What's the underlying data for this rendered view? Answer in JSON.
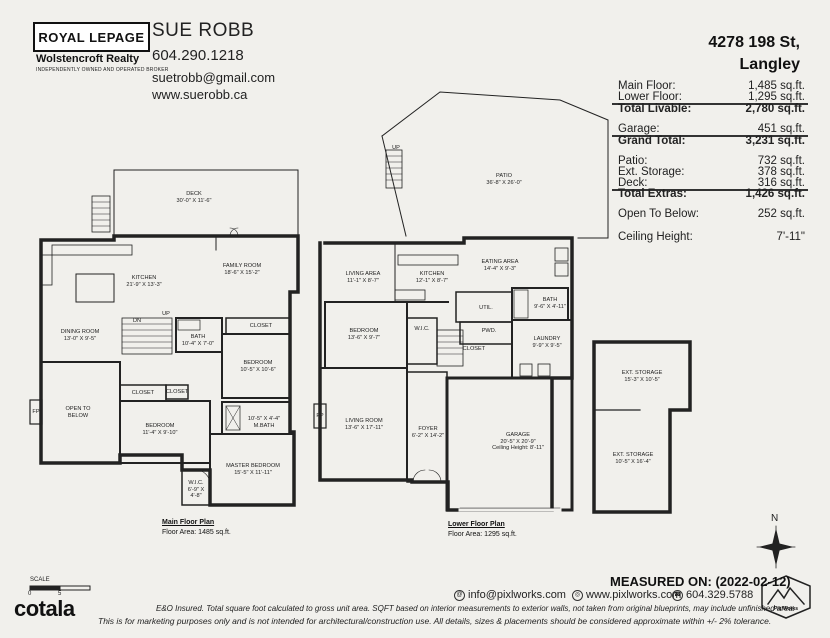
{
  "header": {
    "brokerage_logo": "ROYAL LEPAGE",
    "brokerage_name": "Wolstencroft Realty",
    "brokerage_tagline": "INDEPENDENTLY OWNED AND OPERATED BROKER",
    "agent_name": "SUE ROBB",
    "agent_phone": "604.290.1218",
    "agent_email": "suetrobb@gmail.com",
    "agent_website": "www.suerobb.ca"
  },
  "property": {
    "street": "4278 198 St,",
    "city": "Langley"
  },
  "areas": {
    "main_floor": {
      "label": "Main Floor:",
      "value": "1,485 sq.ft."
    },
    "lower_floor": {
      "label": "Lower Floor:",
      "value": "1,295 sq.ft."
    },
    "total_livable": {
      "label": "Total Livable:",
      "value": "2,780 sq.ft."
    },
    "garage": {
      "label": "Garage:",
      "value": "451 sq.ft."
    },
    "grand_total": {
      "label": "Grand Total:",
      "value": "3,231 sq.ft."
    },
    "patio": {
      "label": "Patio:",
      "value": "732 sq.ft."
    },
    "ext_storage": {
      "label": "Ext. Storage:",
      "value": "378 sq.ft."
    },
    "deck": {
      "label": "Deck:",
      "value": "316 sq.ft."
    },
    "total_extras": {
      "label": "Total Extras:",
      "value": "1,426 sq.ft."
    },
    "open_to_below": {
      "label": "Open To Below:",
      "value": "252 sq.ft."
    },
    "ceiling_height": {
      "label": "Ceiling Height:",
      "value": "7'-11\""
    }
  },
  "main_floor": {
    "title": "Main Floor Plan",
    "area": "Floor Area: 1485 sq.ft.",
    "rooms": {
      "deck": {
        "name": "DECK",
        "dim": "30'-0\" x 11'-6\""
      },
      "kitchen": {
        "name": "KITCHEN",
        "dim": "21'-9\" x 13'-3\""
      },
      "family_room": {
        "name": "FAMILY ROOM",
        "dim": "18'-6\" x 15'-2\""
      },
      "dining_room": {
        "name": "DINING ROOM",
        "dim": "13'-0\" x 9'-5\""
      },
      "bath": {
        "name": "BATH",
        "dim": "10'-4\" x 7'-0\""
      },
      "closet1": {
        "name": "CLOSET"
      },
      "bedroom1": {
        "name": "BEDROOM",
        "dim": "10'-5\" x 10'-6\""
      },
      "open_to_below": {
        "name": "OPEN TO BELOW"
      },
      "closet2": {
        "name": "CLOSET"
      },
      "closet3": {
        "name": "CLOSET"
      },
      "bedroom2": {
        "name": "BEDROOM",
        "dim": "11'-4\" x 9'-10\""
      },
      "m_bath": {
        "name": "M.BATH",
        "dim": "10'-5\" x 4'-4\""
      },
      "master_bedroom": {
        "name": "MASTER BEDROOM",
        "dim": "15'-5\" x 11'-11\""
      },
      "wic": {
        "name": "W.I.C.",
        "dim": "6'-9\" x 4'-8\""
      },
      "fp": {
        "name": "FP"
      },
      "up": "UP",
      "dn": "DN"
    }
  },
  "lower_floor": {
    "title": "Lower Floor Plan",
    "area": "Floor Area: 1295 sq.ft.",
    "rooms": {
      "patio": {
        "name": "PATIO",
        "dim": "36'-8\" x 26'-0\""
      },
      "living_area": {
        "name": "LIVING AREA",
        "dim": "11'-1\" x 8'-7\""
      },
      "kitchen": {
        "name": "KITCHEN",
        "dim": "12'-1\" x 8'-7\""
      },
      "eating_area": {
        "name": "EATING AREA",
        "dim": "14'-4\" x 9'-3\""
      },
      "util": {
        "name": "UTIL."
      },
      "bath": {
        "name": "BATH",
        "dim": "9'-6\" x 4'-11\""
      },
      "bedroom": {
        "name": "BEDROOM",
        "dim": "13'-6\" x 9'-7\""
      },
      "wic": {
        "name": "W.I.C."
      },
      "pwd": {
        "name": "PWD."
      },
      "closet": {
        "name": "CLOSET"
      },
      "laundry": {
        "name": "LAUNDRY",
        "dim": "9'-9\" x 9'-5\""
      },
      "living_room": {
        "name": "LIVING ROOM",
        "dim": "13'-6\" x 17'-11\""
      },
      "foyer": {
        "name": "FOYER",
        "dim": "6'-2\" x 14'-2\""
      },
      "garage": {
        "name": "GARAGE",
        "dim": "20'-5\" x 20'-9\"",
        "note": "Ceiling Height: 8'-11\""
      },
      "fp": {
        "name": "FP"
      },
      "up": "UP"
    }
  },
  "storage": {
    "ext1": {
      "name": "EXT. STORAGE",
      "dim": "15'-3\" x 10'-5\""
    },
    "ext2": {
      "name": "EXT. STORAGE",
      "dim": "10'-5\" x 16'-4\""
    }
  },
  "compass": {
    "label": "N"
  },
  "measured": {
    "label": "MEASURED ON:",
    "date": "(2022-02-12)"
  },
  "contacts": {
    "email": "info@pixlworks.com",
    "web": "www.pixlworks.com",
    "phone": "604.329.5788"
  },
  "scale": {
    "label": "SCALE",
    "zero": "0",
    "five": "5"
  },
  "brand": {
    "cotala": "cotala",
    "pixlworks": "PixlWorks"
  },
  "disclaimer": {
    "line1": "E&O Insured.  Total square foot calculated to gross unit area. SQFT based on interior measurements to exterior walls, not taken from original blueprints, may include unfinished area.",
    "line2": "This is for marketing purposes only and is not intended for architectural/construction use.  All details, sizes & placements should be considered approximate within +/- 2% tolerance."
  },
  "colors": {
    "paper": "#f1f0ec",
    "ink": "#1a1a1a",
    "wall": "#222222"
  }
}
